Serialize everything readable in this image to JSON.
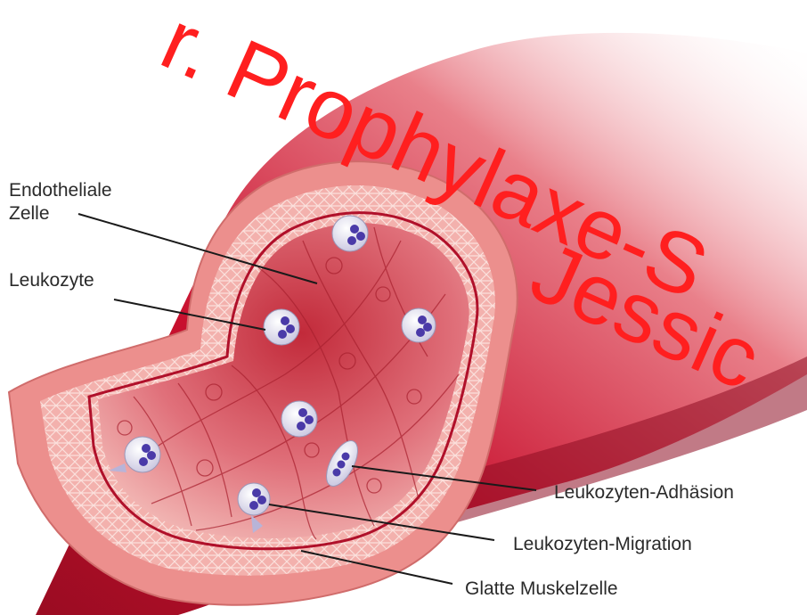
{
  "labels": {
    "endothelial_line1": "Endotheliale",
    "endothelial_line2": "Zelle",
    "leukocyte": "Leukozyte",
    "adhesion": "Leukozyten-Adhäsion",
    "migration": "Leukozyten-Migration",
    "smooth_muscle": "Glatte Muskelzelle"
  },
  "watermark": {
    "line1": "r. Prophylaxe-S",
    "line2": "Jessic"
  },
  "colors": {
    "vessel_outer": "#c8102e",
    "vessel_dark": "#8e0d22",
    "wall_pink": "#f2a7a4",
    "lumen": "#d94a57",
    "inner_line": "#b0102a",
    "leukocyte_body": "#f3f3f8",
    "leukocyte_nucleus": "#4a3aa8",
    "watermark": "#ff1f1f"
  }
}
